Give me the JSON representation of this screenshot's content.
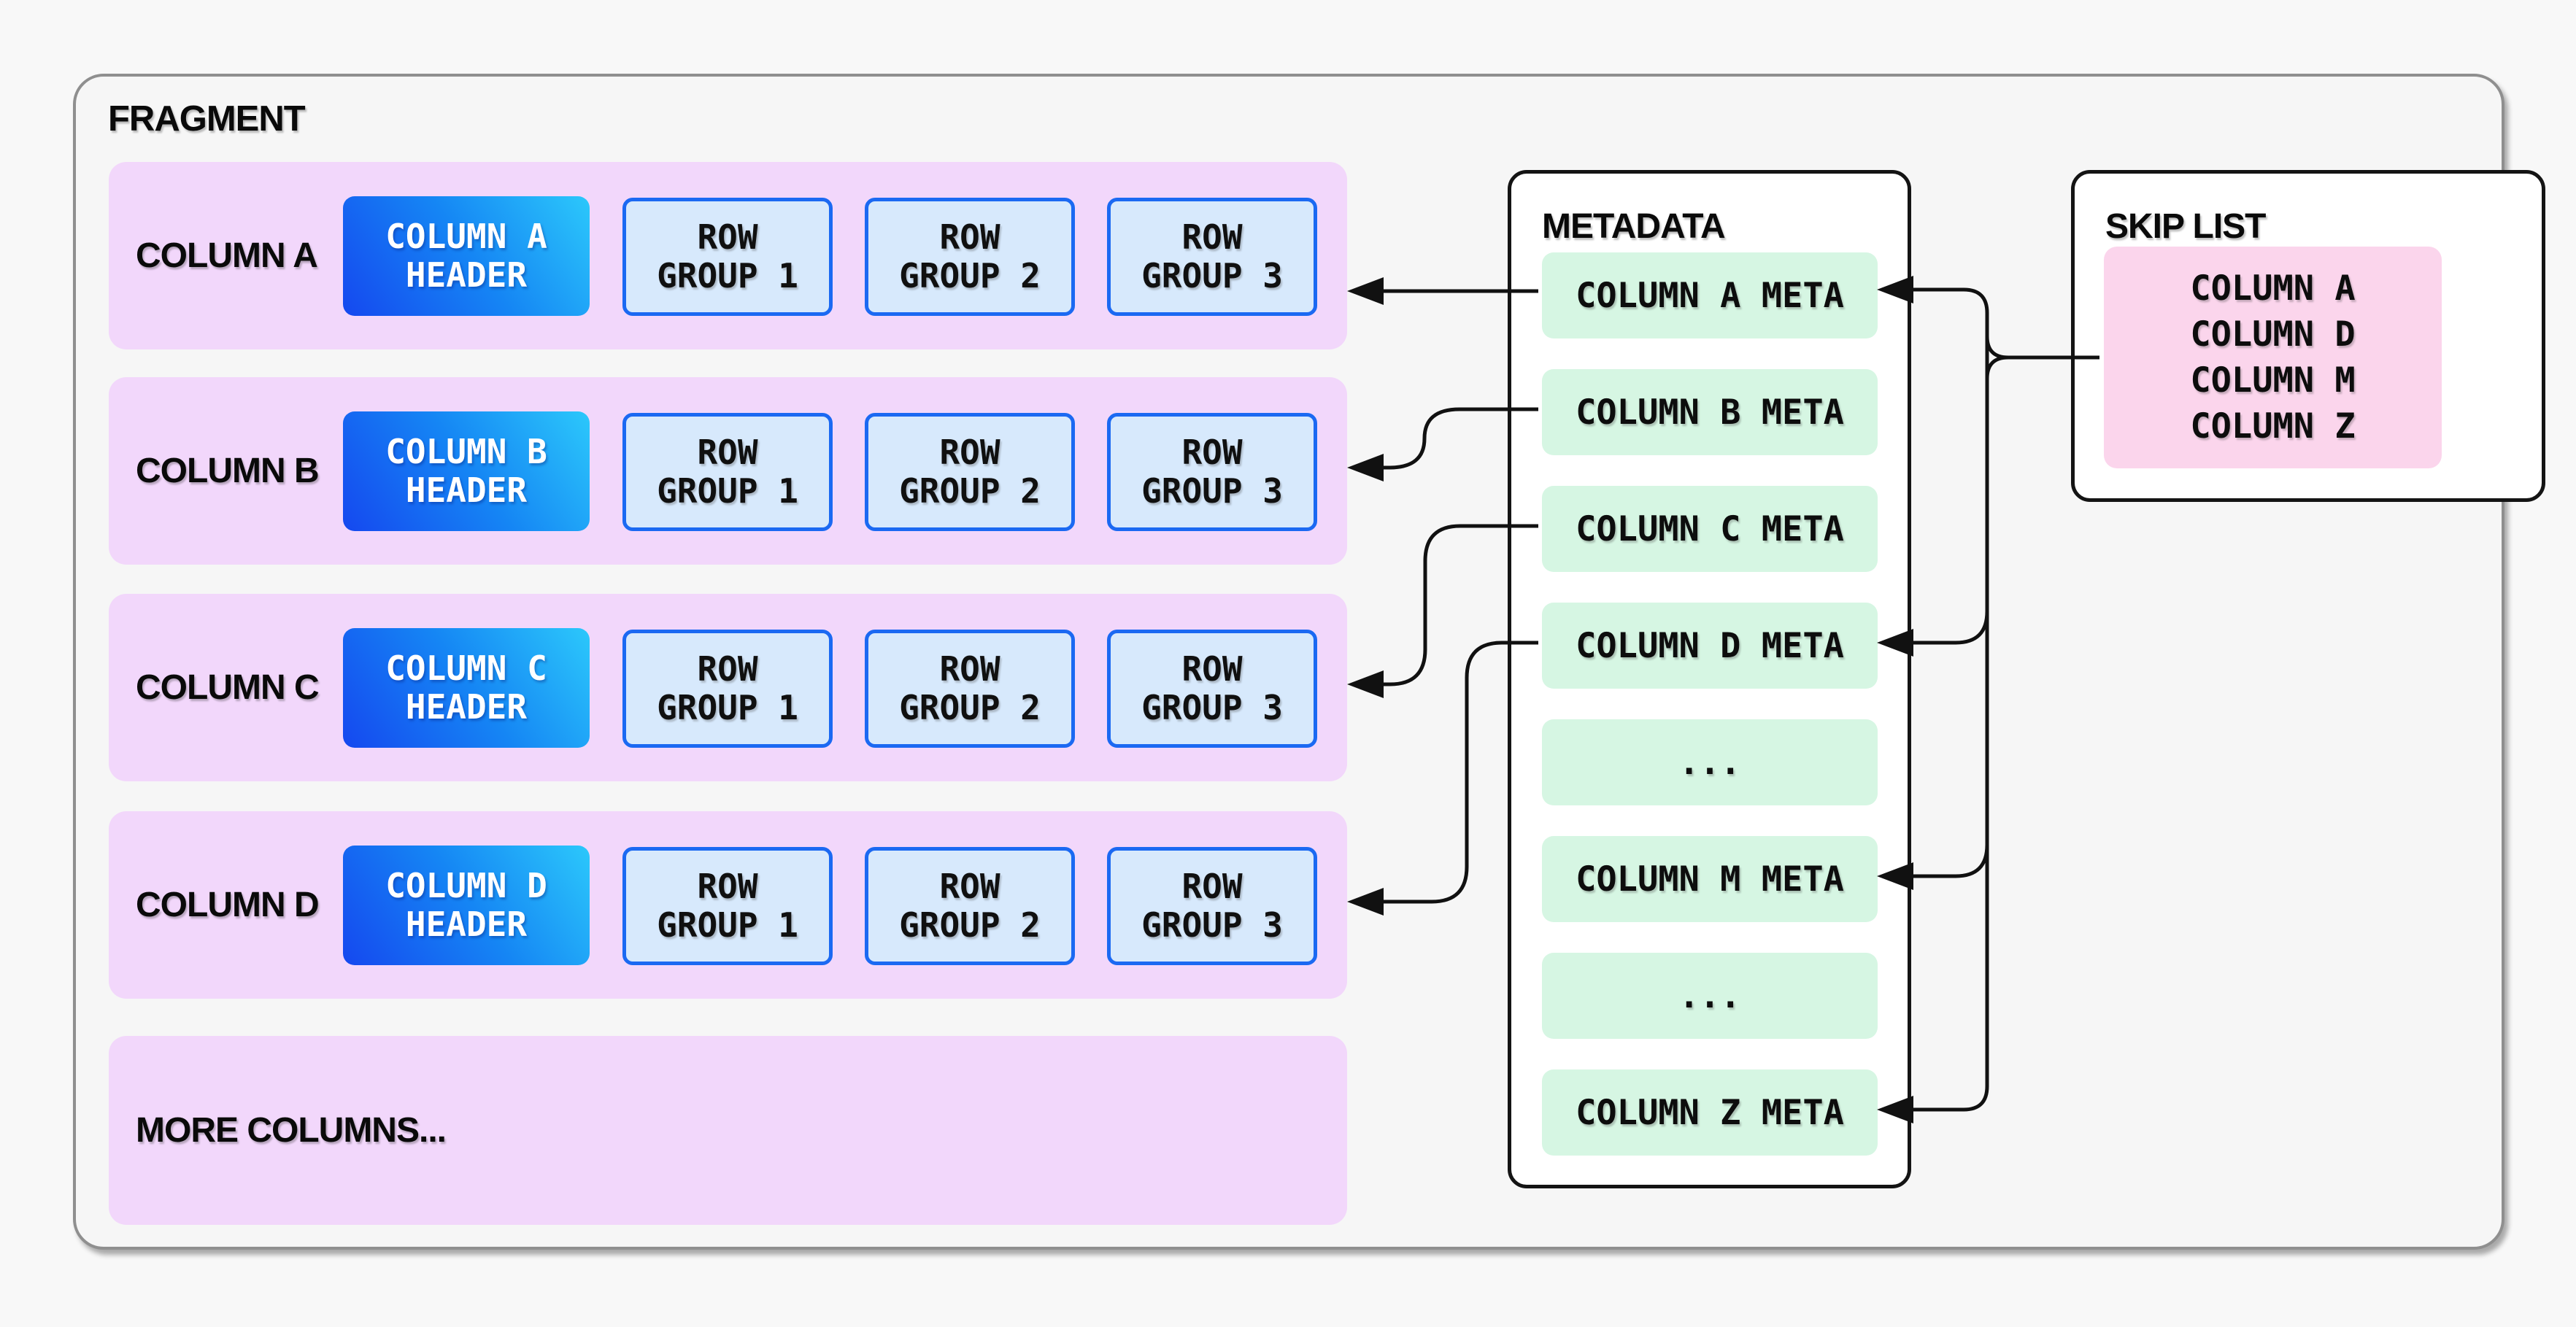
{
  "fragment": {
    "title": "FRAGMENT",
    "more_columns_label": "MORE COLUMNS...",
    "columns": [
      {
        "label": "COLUMN A",
        "header": {
          "top": "COLUMN A",
          "bottom": "HEADER"
        },
        "row_groups": [
          {
            "top": "ROW",
            "bottom": "GROUP 1"
          },
          {
            "top": "ROW",
            "bottom": "GROUP 2"
          },
          {
            "top": "ROW",
            "bottom": "GROUP 3"
          }
        ]
      },
      {
        "label": "COLUMN B",
        "header": {
          "top": "COLUMN B",
          "bottom": "HEADER"
        },
        "row_groups": [
          {
            "top": "ROW",
            "bottom": "GROUP 1"
          },
          {
            "top": "ROW",
            "bottom": "GROUP 2"
          },
          {
            "top": "ROW",
            "bottom": "GROUP 3"
          }
        ]
      },
      {
        "label": "COLUMN C",
        "header": {
          "top": "COLUMN C",
          "bottom": "HEADER"
        },
        "row_groups": [
          {
            "top": "ROW",
            "bottom": "GROUP 1"
          },
          {
            "top": "ROW",
            "bottom": "GROUP 2"
          },
          {
            "top": "ROW",
            "bottom": "GROUP 3"
          }
        ]
      },
      {
        "label": "COLUMN D",
        "header": {
          "top": "COLUMN D",
          "bottom": "HEADER"
        },
        "row_groups": [
          {
            "top": "ROW",
            "bottom": "GROUP 1"
          },
          {
            "top": "ROW",
            "bottom": "GROUP 2"
          },
          {
            "top": "ROW",
            "bottom": "GROUP 3"
          }
        ]
      }
    ]
  },
  "metadata": {
    "title": "METADATA",
    "items": [
      "COLUMN A META",
      "COLUMN B META",
      "COLUMN C META",
      "COLUMN D META",
      "...",
      "COLUMN M META",
      "...",
      "COLUMN Z META"
    ]
  },
  "skip_list": {
    "title": "SKIP LIST",
    "entries": [
      "COLUMN A",
      "COLUMN D",
      "COLUMN M",
      "COLUMN Z"
    ]
  },
  "colors": {
    "page_background": "#f8f8f8",
    "fragment_border": "#8f8f8f",
    "column_row_background": "#f2d7fb",
    "header_gradient_start": "#1548ef",
    "header_gradient_end": "#2cc8fb",
    "row_group_background": "#d7e9fc",
    "row_group_border": "#1b69f2",
    "metadata_item_background": "#d6f6e3",
    "skip_list_background": "#fbd5ec",
    "panel_border": "#141414",
    "arrow": "#111111"
  }
}
